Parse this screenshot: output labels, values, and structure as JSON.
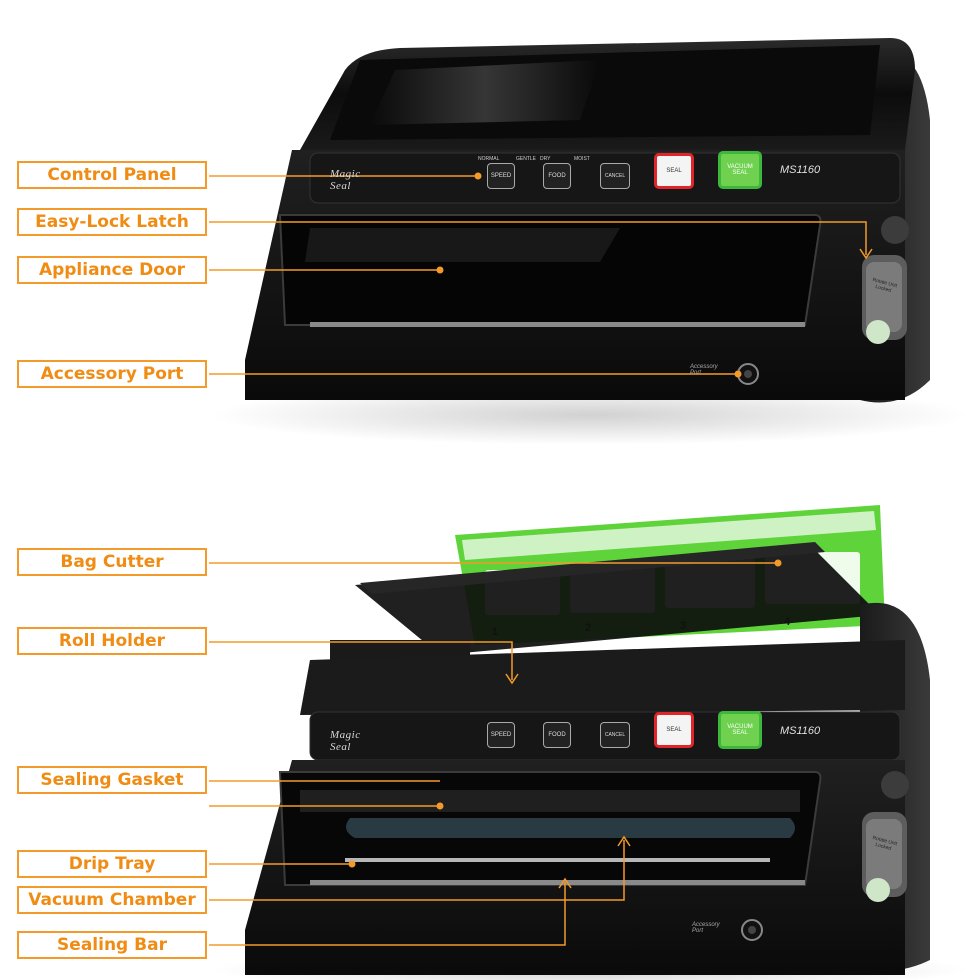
{
  "callouts": {
    "control_panel": "Control Panel",
    "easy_lock_latch": "Easy-Lock Latch",
    "appliance_door": "Appliance Door",
    "accessory_port": "Accessory Port",
    "bag_cutter": "Bag Cutter",
    "roll_holder": "Roll Holder",
    "sealing_gasket": "Sealing Gasket",
    "drip_tray": "Drip Tray",
    "vacuum_chamber": "Vacuum Chamber",
    "sealing_bar": "Sealing Bar"
  },
  "appliance": {
    "brand": "Magic Seal",
    "model": "MS1160",
    "accessory_port_text": "Accessory Port",
    "latch_text": "Rotate Unit Locked",
    "buttons": {
      "speed": "SPEED",
      "food": "FOOD",
      "cancel": "CANCEL",
      "seal": "SEAL",
      "vacuum_seal": "VACUUM SEAL"
    },
    "indicators": {
      "normal": "NORMAL",
      "gentle": "GENTLE",
      "dry": "DRY",
      "moist": "MOIST"
    },
    "instruction_steps": [
      "1",
      "2",
      "3",
      "4"
    ]
  },
  "colors": {
    "callout_orange": "#f39a2b",
    "seal_red": "#e0262b",
    "vacuum_green": "#3db83d",
    "body_black": "#141414",
    "sheet_green": "#5fd33a"
  }
}
